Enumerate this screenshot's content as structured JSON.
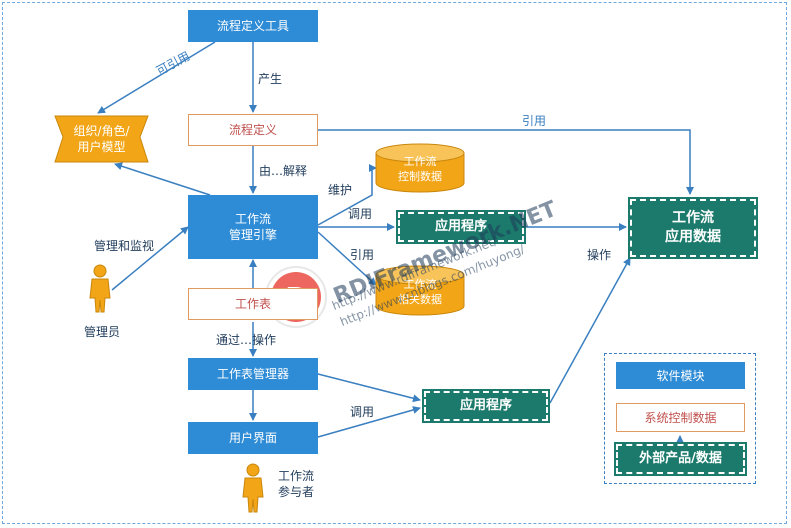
{
  "nodes": {
    "process_def_tool": "流程定义工具",
    "process_def": "流程定义",
    "org_role_model": "组织/角色/\n用户模型",
    "control_data": "工作流\n控制数据",
    "engine": "工作流\n管理引擎",
    "app_program_top": "应用程序",
    "app_data": "工作流\n应用数据",
    "related_data": "工作流\n相关数据",
    "worklist": "工作表",
    "worklist_manager": "工作表管理器",
    "user_interface": "用户界面",
    "app_program_bottom": "应用程序",
    "admin": "管理员",
    "participant": "工作流\n参与者"
  },
  "edge_labels": {
    "can_reference": "可引用",
    "produce": "产生",
    "reference_top": "引用",
    "interpret": "由…解释",
    "maintain": "维护",
    "call_top": "调用",
    "reference_mid": "引用",
    "operate_right": "操作",
    "manage_monitor": "管理和监视",
    "via_operate": "通过…操作",
    "call_bottom": "调用"
  },
  "legend": {
    "software_module": "软件模块",
    "system_control_data": "系统控制数据",
    "external_product": "外部产品/数据"
  },
  "watermark": {
    "brand": "RDIFramework.NET",
    "url1": "http://www.rdiframework.net/",
    "url2": "http://www.cnblogs.com/huyong/"
  },
  "colors": {
    "module_blue": "#2e8bd6",
    "outline_orange": "#e0995e",
    "cylinder_orange": "#f2a516",
    "teal": "#1b7a6b",
    "arrow": "#3a7fc0"
  }
}
